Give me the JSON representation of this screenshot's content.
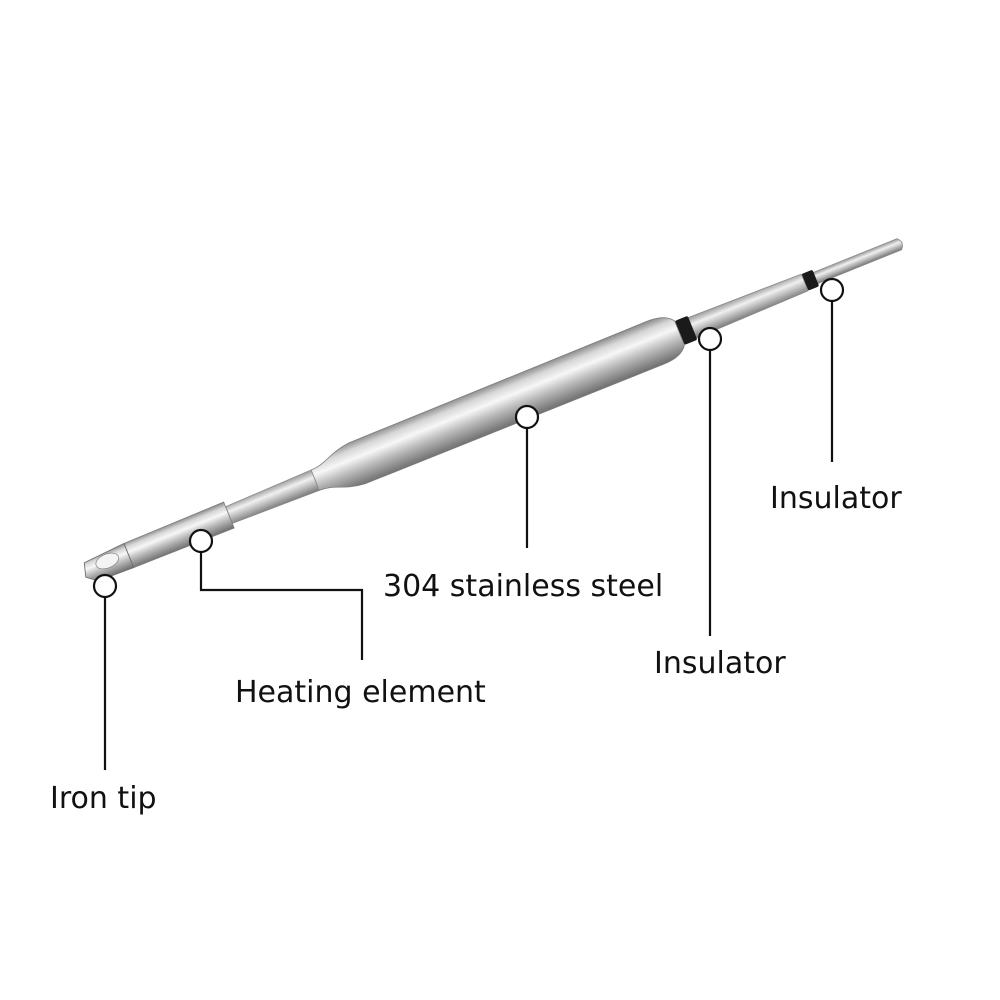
{
  "callouts": {
    "iron_tip": "Iron tip",
    "heating_element": "Heating element",
    "steel_body": "304 stainless steel",
    "insulator_middle": "Insulator",
    "insulator_rear": "Insulator"
  },
  "colors": {
    "steel_light": "#e8e8e8",
    "steel_mid": "#b9b9b9",
    "steel_dark": "#7d7d7d",
    "insulator_band": "#1a1a1a",
    "line": "#111111"
  }
}
